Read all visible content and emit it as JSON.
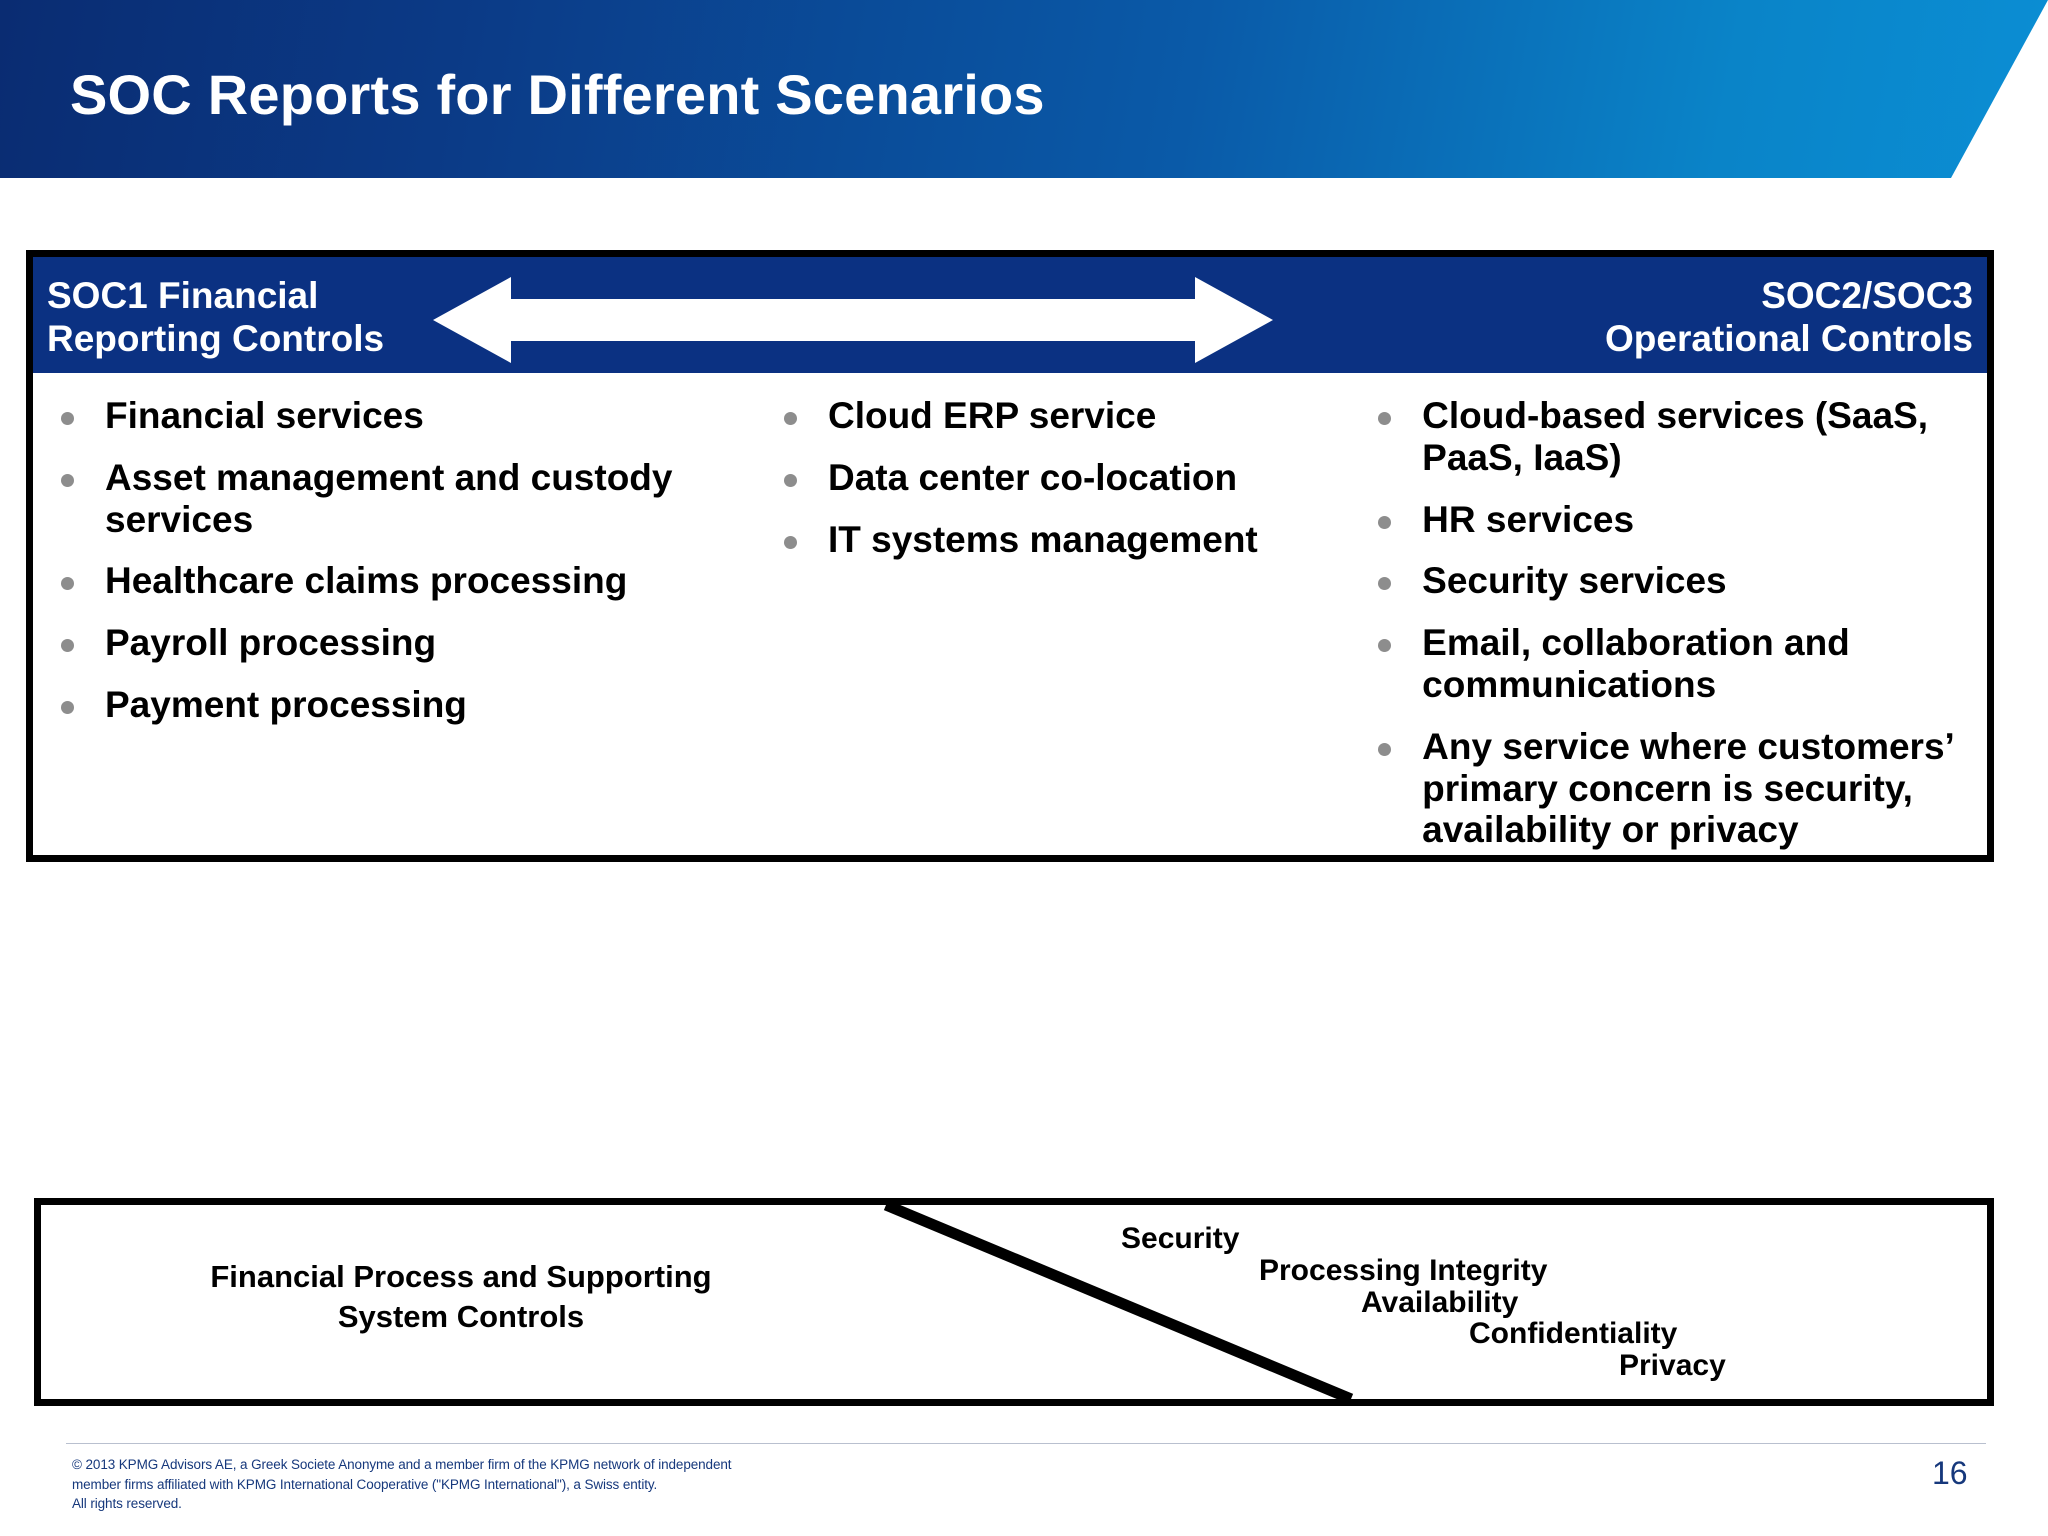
{
  "slide": {
    "title": "SOC Reports for Different Scenarios",
    "page_number": "16",
    "colors": {
      "banner_start": "#0a2c72",
      "banner_end": "#0b8ed4",
      "band_blue": "#0b3182",
      "footer_blue": "#16387c",
      "bullet_gray": "#8d8d8d",
      "outline_black": "#000000"
    }
  },
  "spectrum": {
    "left_heading": "SOC1 Financial\nReporting Controls",
    "left_heading_line1": "SOC1 Financial",
    "left_heading_line2": "Reporting Controls",
    "right_heading_line1": "SOC2/SOC3",
    "right_heading_line2": "Operational Controls",
    "arrow": "double-headed-horizontal-arrow"
  },
  "columns": [
    {
      "id": "soc1",
      "items": [
        "Financial services",
        "Asset management and custody services",
        "Healthcare claims processing",
        "Payroll processing",
        "Payment processing"
      ]
    },
    {
      "id": "middle",
      "items": [
        "Cloud ERP service",
        "Data center co-location",
        "IT systems management"
      ]
    },
    {
      "id": "soc2soc3",
      "items": [
        "Cloud-based services (SaaS, PaaS, IaaS)",
        "HR services",
        "Security services",
        "Email, collaboration and communications",
        "Any service where customers’ primary concern is security, availability or privacy"
      ]
    }
  ],
  "controls_box": {
    "left_label_line1": "Financial Process and Supporting",
    "left_label_line2": "System Controls",
    "trust_services_criteria": [
      "Security",
      "Processing Integrity",
      "Availability",
      "Confidentiality",
      "Privacy"
    ]
  },
  "footer": {
    "copyright": "© 2013 KPMG Advisors AE, a Greek Societe Anonyme and a member firm of the KPMG network of independent\nmember firms affiliated with KPMG International Cooperative (\"KPMG International\"), a Swiss entity.\nAll rights reserved."
  }
}
